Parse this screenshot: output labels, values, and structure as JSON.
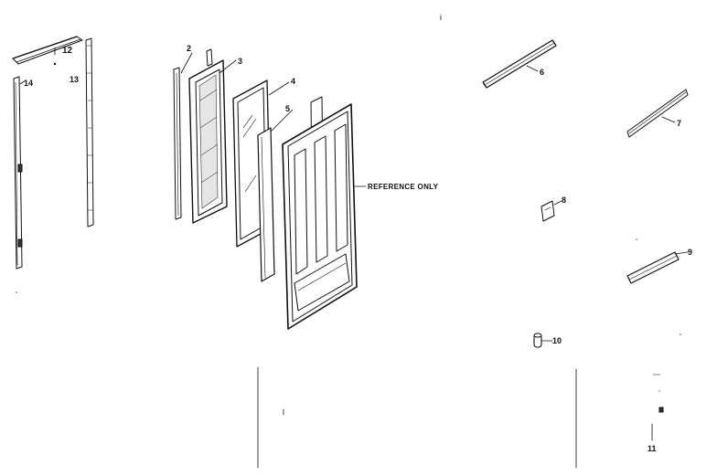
{
  "diagram": {
    "reference_note": "REFERENCE ONLY",
    "stray_mark": "i",
    "callouts": [
      {
        "id": "2",
        "label": "2"
      },
      {
        "id": "3",
        "label": "3"
      },
      {
        "id": "4",
        "label": "4"
      },
      {
        "id": "5",
        "label": "5"
      },
      {
        "id": "6",
        "label": "6"
      },
      {
        "id": "7",
        "label": "7"
      },
      {
        "id": "8",
        "label": "8"
      },
      {
        "id": "9",
        "label": "9"
      },
      {
        "id": "10",
        "label": "10"
      },
      {
        "id": "11",
        "label": "11"
      },
      {
        "id": "12",
        "label": "12"
      },
      {
        "id": "13",
        "label": "13"
      },
      {
        "id": "14",
        "label": "14"
      }
    ]
  }
}
